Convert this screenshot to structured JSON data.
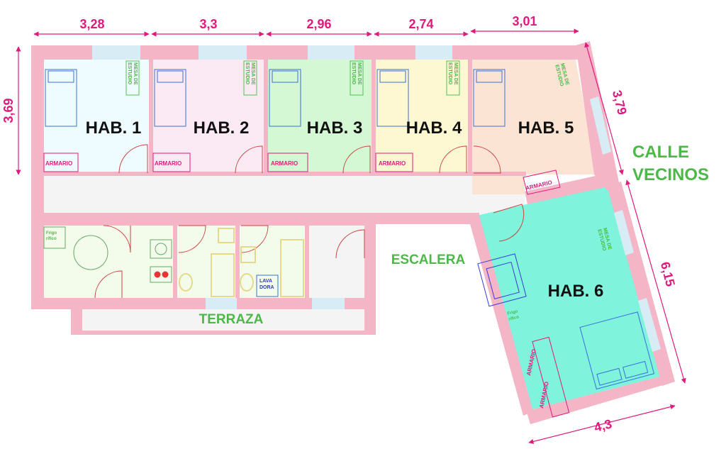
{
  "colors": {
    "wall": "#f4b5c6",
    "dimension": "#e0197d",
    "street": "#4cb848",
    "room_label": "#111111",
    "room1": "#eefcff",
    "room2": "#fbeaf3",
    "room3": "#d4f7d4",
    "room4": "#fdf7d2",
    "room5": "#fce4d4",
    "room6": "#7ff3dc",
    "wet": "#f3fbea",
    "corridor": "#f4f4f4",
    "window": "#d8ecf6",
    "furniture_blue": "#3a6fd8",
    "furniture_green": "#52c252",
    "furniture_yellow": "#e5d98a"
  },
  "dimensions": {
    "top": [
      "3,28",
      "3,3",
      "2,96",
      "2,74",
      "3,01"
    ],
    "left": "3,69",
    "right_upper": "3,79",
    "right_lower": "6,15",
    "bottom": "4,3"
  },
  "rooms": [
    "HAB. 1",
    "HAB. 2",
    "HAB. 3",
    "HAB. 4",
    "HAB. 5",
    "HAB. 6"
  ],
  "labels": {
    "armario": "ARMARIO",
    "mesa_line1": "MESA DE",
    "mesa_line2": "ESTUDIO",
    "frigo_line1": "Frigo",
    "frigo_line2": "rífico",
    "lava_line1": "LAVA",
    "lava_line2": "DORA",
    "escalera": "ESCALERA",
    "terraza": "TERRAZA",
    "calle_line1": "CALLE",
    "calle_line2": "VECINOS"
  }
}
